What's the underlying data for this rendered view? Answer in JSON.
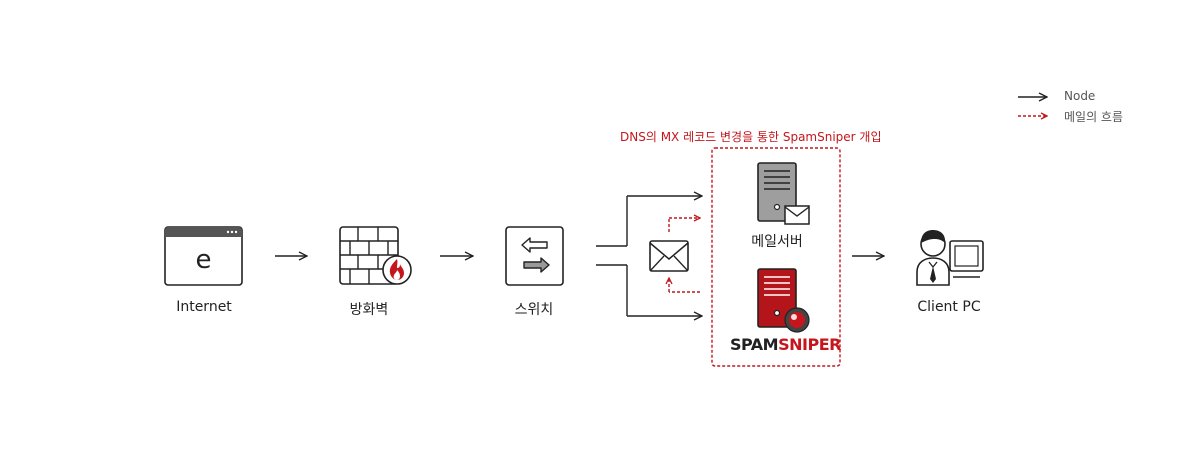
{
  "legend": {
    "node_label": "Node",
    "mailflow_label": "메일의 흐름"
  },
  "highlight": {
    "title": "DNS의 MX 레코드 변경을 통한 SpamSniper 개입",
    "color": "#c4161c"
  },
  "nodes": {
    "internet": {
      "label": "Internet",
      "icon": "browser-icon",
      "glyph": "e"
    },
    "firewall": {
      "label": "방화벽",
      "icon": "firewall-icon"
    },
    "switch": {
      "label": "스위치",
      "icon": "switch-icon"
    },
    "mail_server": {
      "label": "메일서버",
      "icon": "mail-server-icon"
    },
    "spamsniper": {
      "brand_part1": "SPAM",
      "brand_part2": "SNIPER",
      "icon": "spamsniper-server-icon"
    },
    "client": {
      "label": "Client PC",
      "icon": "client-pc-icon"
    }
  },
  "colors": {
    "accent_red": "#c4161c",
    "line": "#222222",
    "server_gray": "#9e9e9e"
  }
}
